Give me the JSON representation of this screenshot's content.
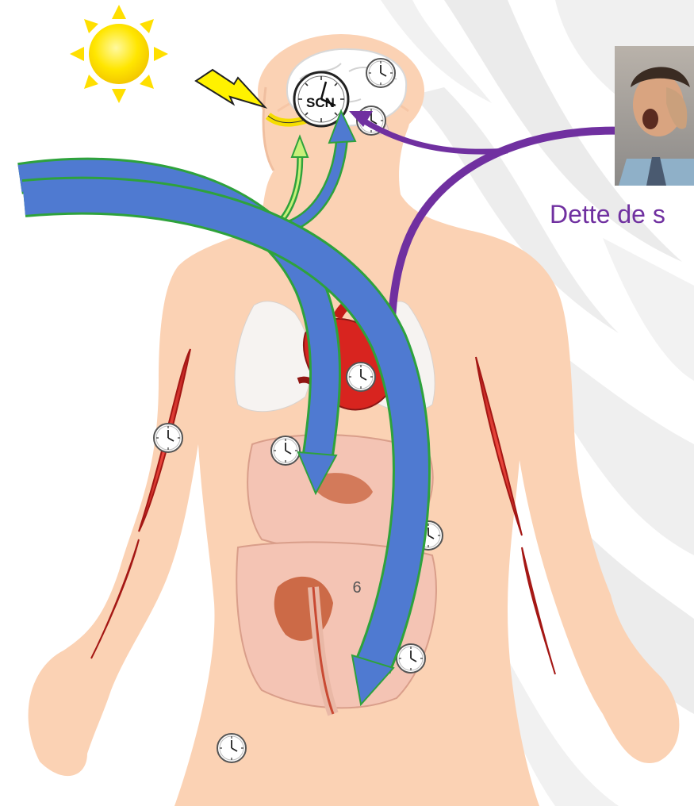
{
  "labels": {
    "scn": "SCN",
    "sleep_debt": "Dette de s",
    "page_number": "6"
  },
  "icons": {
    "sun": "sun-icon",
    "light": "lightning-icon",
    "clock": "clock-icon",
    "person": "yawning-man-photo"
  },
  "colors": {
    "skin": "#fbd2b4",
    "skin_edge": "#f0bfa0",
    "light_pathway": "#4f7ad1",
    "pathway_outline": "#2ea23c",
    "sleep_debt_pathway": "#7030a0",
    "muscle": "#d9302c",
    "sun": "#ffdf00",
    "lightning": "#fff200",
    "background_leaves": "#e6e6e6"
  }
}
